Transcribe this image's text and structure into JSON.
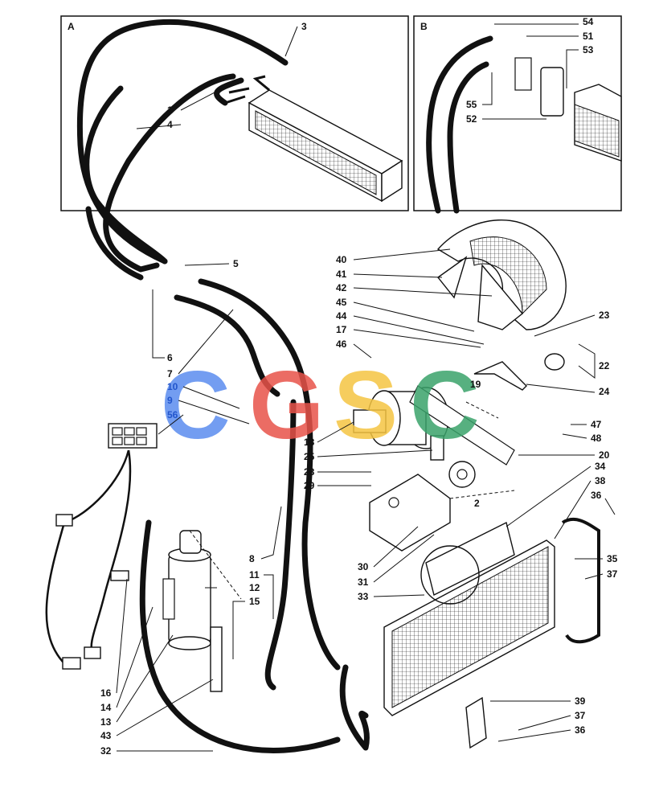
{
  "panels": {
    "a": "A",
    "b": "B"
  },
  "watermark": {
    "letters": [
      "C",
      "G",
      "S",
      "C"
    ],
    "colors": [
      "#5b8def",
      "#e8534a",
      "#f5c542",
      "#3aa36b"
    ]
  },
  "labels": {
    "l1": "1",
    "l2": "2",
    "l3": "3",
    "l4": "4",
    "l5": "5",
    "l6": "6",
    "l7": "7",
    "l8": "8",
    "l9": "9",
    "l10": "10",
    "l11": "11",
    "l12": "12",
    "l13": "13",
    "l14": "14",
    "l15": "15",
    "l16": "16",
    "l17": "17",
    "l18": "18",
    "l19": "19",
    "l20": "20",
    "l22": "22",
    "l23": "23",
    "l24": "24",
    "l25": "25",
    "l28": "28",
    "l29": "29",
    "l30": "30",
    "l31": "31",
    "l32": "32",
    "l33": "33",
    "l34": "34",
    "l35": "35",
    "l36a": "36",
    "l36b": "36",
    "l37a": "37",
    "l37b": "37",
    "l38": "38",
    "l39": "39",
    "l40": "40",
    "l41": "41",
    "l42": "42",
    "l43": "43",
    "l44": "44",
    "l45": "45",
    "l46": "46",
    "l47": "47",
    "l48": "48",
    "l51": "51",
    "l52": "52",
    "l53": "53",
    "l54": "54",
    "l55": "55",
    "l56": "56"
  }
}
